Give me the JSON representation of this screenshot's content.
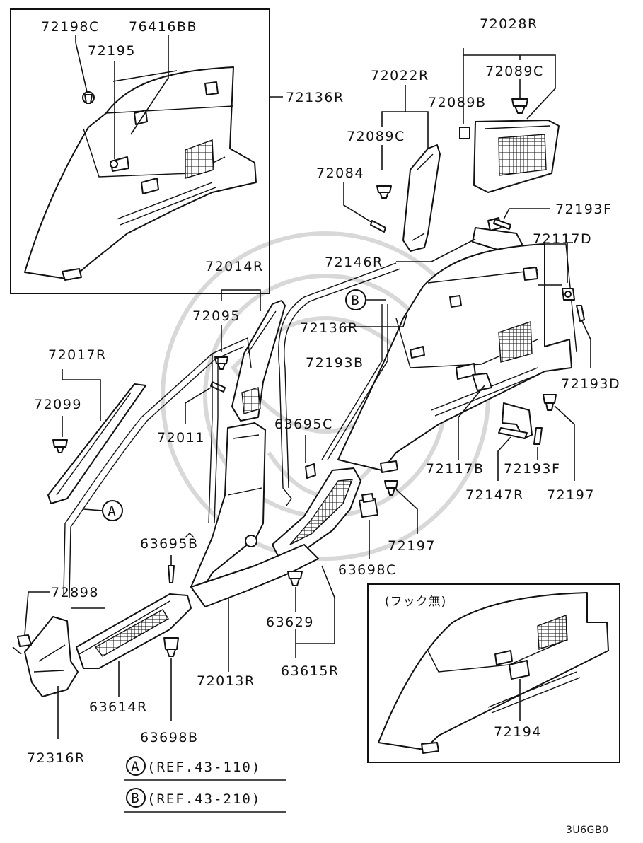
{
  "diagram": {
    "code": "3U6GB0",
    "inset_note": "(フック無)",
    "refs": [
      {
        "letter": "A",
        "text": "(REF.43-110)"
      },
      {
        "letter": "B",
        "text": "(REF.43-210)"
      }
    ],
    "callouts": {
      "c72198C": "72198C",
      "c76416BB": "76416BB",
      "c72195": "72195",
      "c72136R_a": "72136R",
      "c72028R": "72028R",
      "c72089C_a": "72089C",
      "c72022R": "72022R",
      "c72089B": "72089B",
      "c72089C_b": "72089C",
      "c72084": "72084",
      "c72193F_a": "72193F",
      "c72117D": "72117D",
      "c72146R": "72146R",
      "c72014R": "72014R",
      "c72136R_b": "72136R",
      "c72095": "72095",
      "c72017R": "72017R",
      "c72193B": "72193B",
      "c72193D": "72193D",
      "c72099": "72099",
      "c72011": "72011",
      "c63695C": "63695C",
      "c72117B": "72117B",
      "c72193F_b": "72193F",
      "c72147R": "72147R",
      "c72197_a": "72197",
      "c72197_b": "72197",
      "c63695B": "63695B",
      "c63698C": "63698C",
      "c72898": "72898",
      "c63629": "63629",
      "c72013R": "72013R",
      "c63615R": "63615R",
      "c63614R": "63614R",
      "c72194": "72194",
      "c63698B": "63698B",
      "c72316R": "72316R"
    }
  }
}
